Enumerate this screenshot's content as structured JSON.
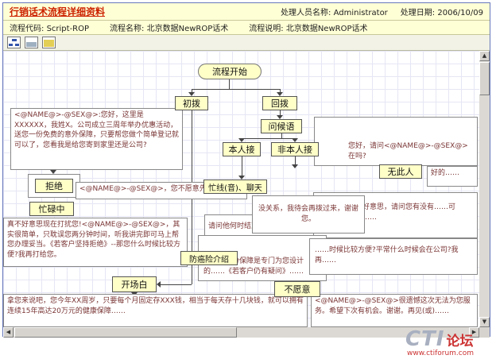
{
  "header": {
    "title": "行销话术流程详细资料",
    "handler_label": "处理人员名称:",
    "handler_value": "Administrator",
    "date_label": "处理日期:",
    "date_value": "2006/10/09"
  },
  "infobar": {
    "code_label": "流程代码:",
    "code_value": "Script-ROP",
    "name_label": "流程名称:",
    "name_value": "北京数据NewROP话术",
    "desc_label": "流程说明:",
    "desc_value": "北京数据NewROP话术"
  },
  "toolbar": {
    "icons": [
      "flow-diagram-icon",
      "print-icon",
      "mail-icon"
    ]
  },
  "flow": {
    "start": "流程开始",
    "initial_dial": "初拨",
    "callback_dial": "回拨",
    "greeting": "问候语",
    "self_answer": "本人接",
    "other_answer": "非本人接",
    "no_such_person": "无此人",
    "refuse": "拒绝",
    "busy": "忙碌中",
    "busy_line": "忙线(音)、聊天",
    "cancer_intro": "防癌险介绍",
    "opening": "开场白",
    "unwilling": "不愿意"
  },
  "texts": {
    "intro": "<@NAME@>-@SEX@>:您好，这里是XXXXXX，我姓X。公司成立三周年举办优惠活动，送您一份免费的意外保障，只要帮您做个简单登记就可以了，您看我是给您寄到家里还是公司?",
    "ask_in": "您好，请问<@NAME@>-@SEX@>在吗?",
    "ok_note": "好的……",
    "refuse_note": "<@NAME@>-@SEX@>，您不愿意先也没关系。",
    "callback_msg": "没关系，我待会再拨过来，谢谢您。",
    "ask_when": "请问他何时结束……",
    "contact_ask": "不好意思，请问您有没有……可以……",
    "sorry_script": "真不好意思现在打扰您!<@NAME@>-@SEX@>，其实很简单，只耽误您两分钟时间，听我讲完即可马上帮您办理妥当。《若客户坚持拒绝》--那您什么时候比较方便?我再打给您。",
    "mid_script": "此外，这份保障是专门为您设计的……《若客户仍有疑问》……",
    "when_convenient": "……时候比较方便?平常什么时候会在公司?我再……",
    "bottom_left_script": "拿您来说吧，您今年XX周岁，只要每个月固定存XXX钱，相当于每天存十几块钱，就可以拥有连续15年高达20万元的健康保障……",
    "bottom_right_script": "<@NAME@>-@SEX@>很遗憾这次无法为您服务。希望下次有机会。谢谢。再见(或)……"
  },
  "scrollbar": {
    "up": "▲",
    "down": "▼",
    "left": "◀",
    "right": "▶"
  },
  "watermark": {
    "brand": "CTI",
    "brand_suffix": "论坛",
    "url": "www.ctiforum.com"
  }
}
